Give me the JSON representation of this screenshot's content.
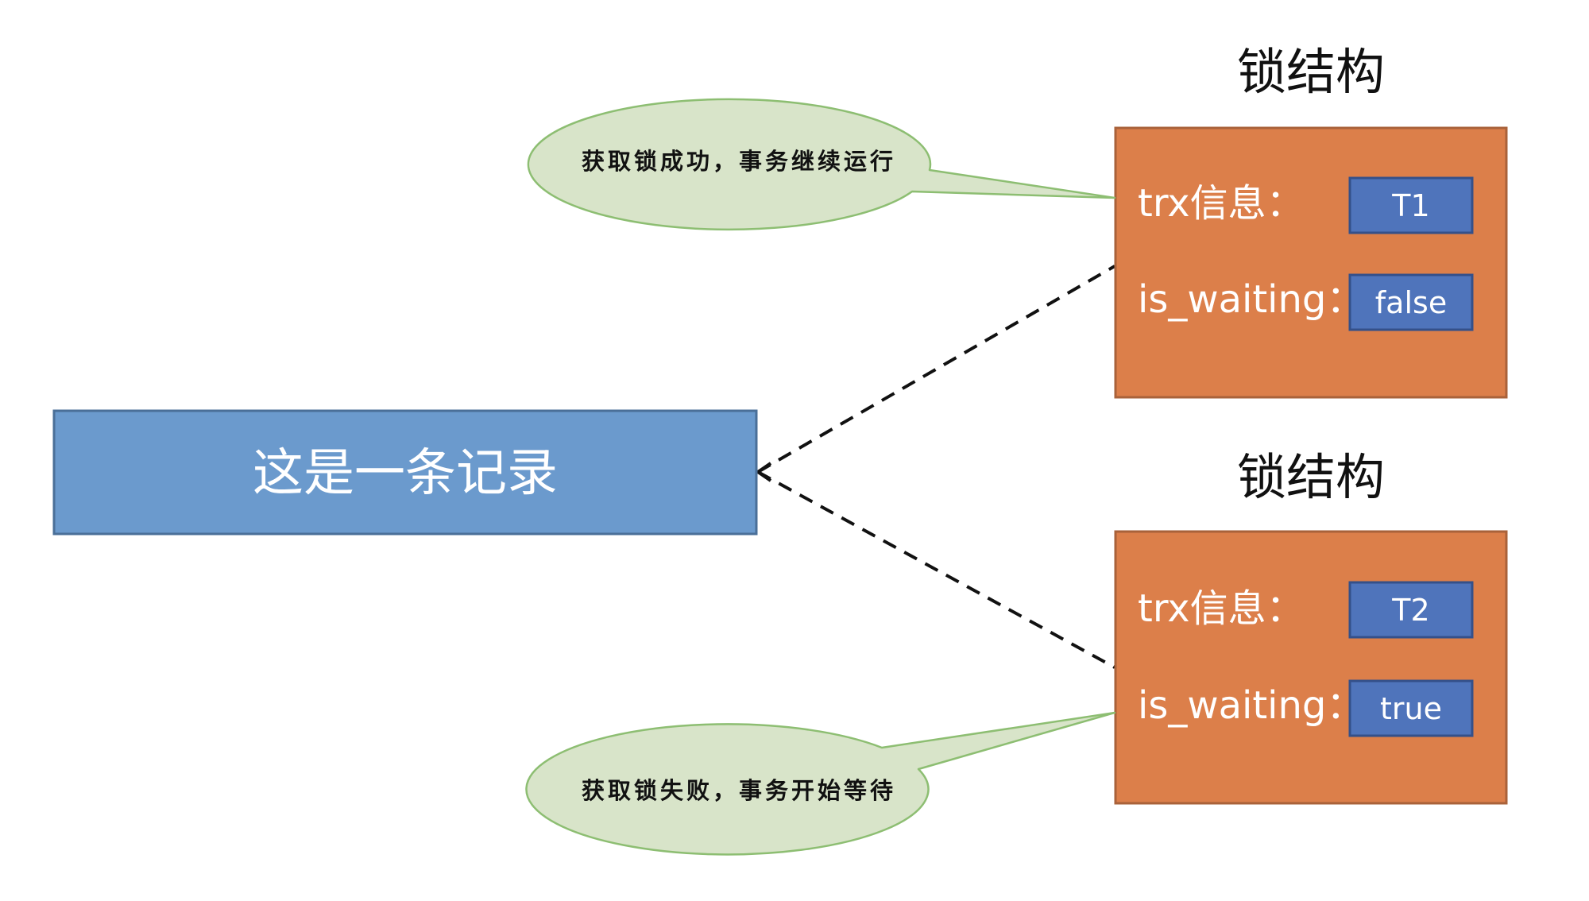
{
  "record": {
    "label": "这是一条记录"
  },
  "lock_structures": [
    {
      "title": "锁结构",
      "fields": [
        {
          "label": "trx信息：",
          "value": "T1"
        },
        {
          "label": "is_waiting：",
          "value": "false"
        }
      ],
      "callout": "获取锁成功，事务继续运行"
    },
    {
      "title": "锁结构",
      "fields": [
        {
          "label": "trx信息：",
          "value": "T2"
        },
        {
          "label": "is_waiting：",
          "value": "true"
        }
      ],
      "callout": "获取锁失败，事务开始等待"
    }
  ],
  "colors": {
    "record_fill": "#6b9acd",
    "record_border": "#4a6f98",
    "lock_fill": "#dc7f4a",
    "lock_border": "#a9623a",
    "value_fill": "#4f74bb",
    "value_border": "#34508a",
    "callout_fill": "#d8e4c9",
    "callout_border": "#8dbe72",
    "text_light": "#ffffff",
    "text_dark": "#111111",
    "connector": "#111111"
  }
}
